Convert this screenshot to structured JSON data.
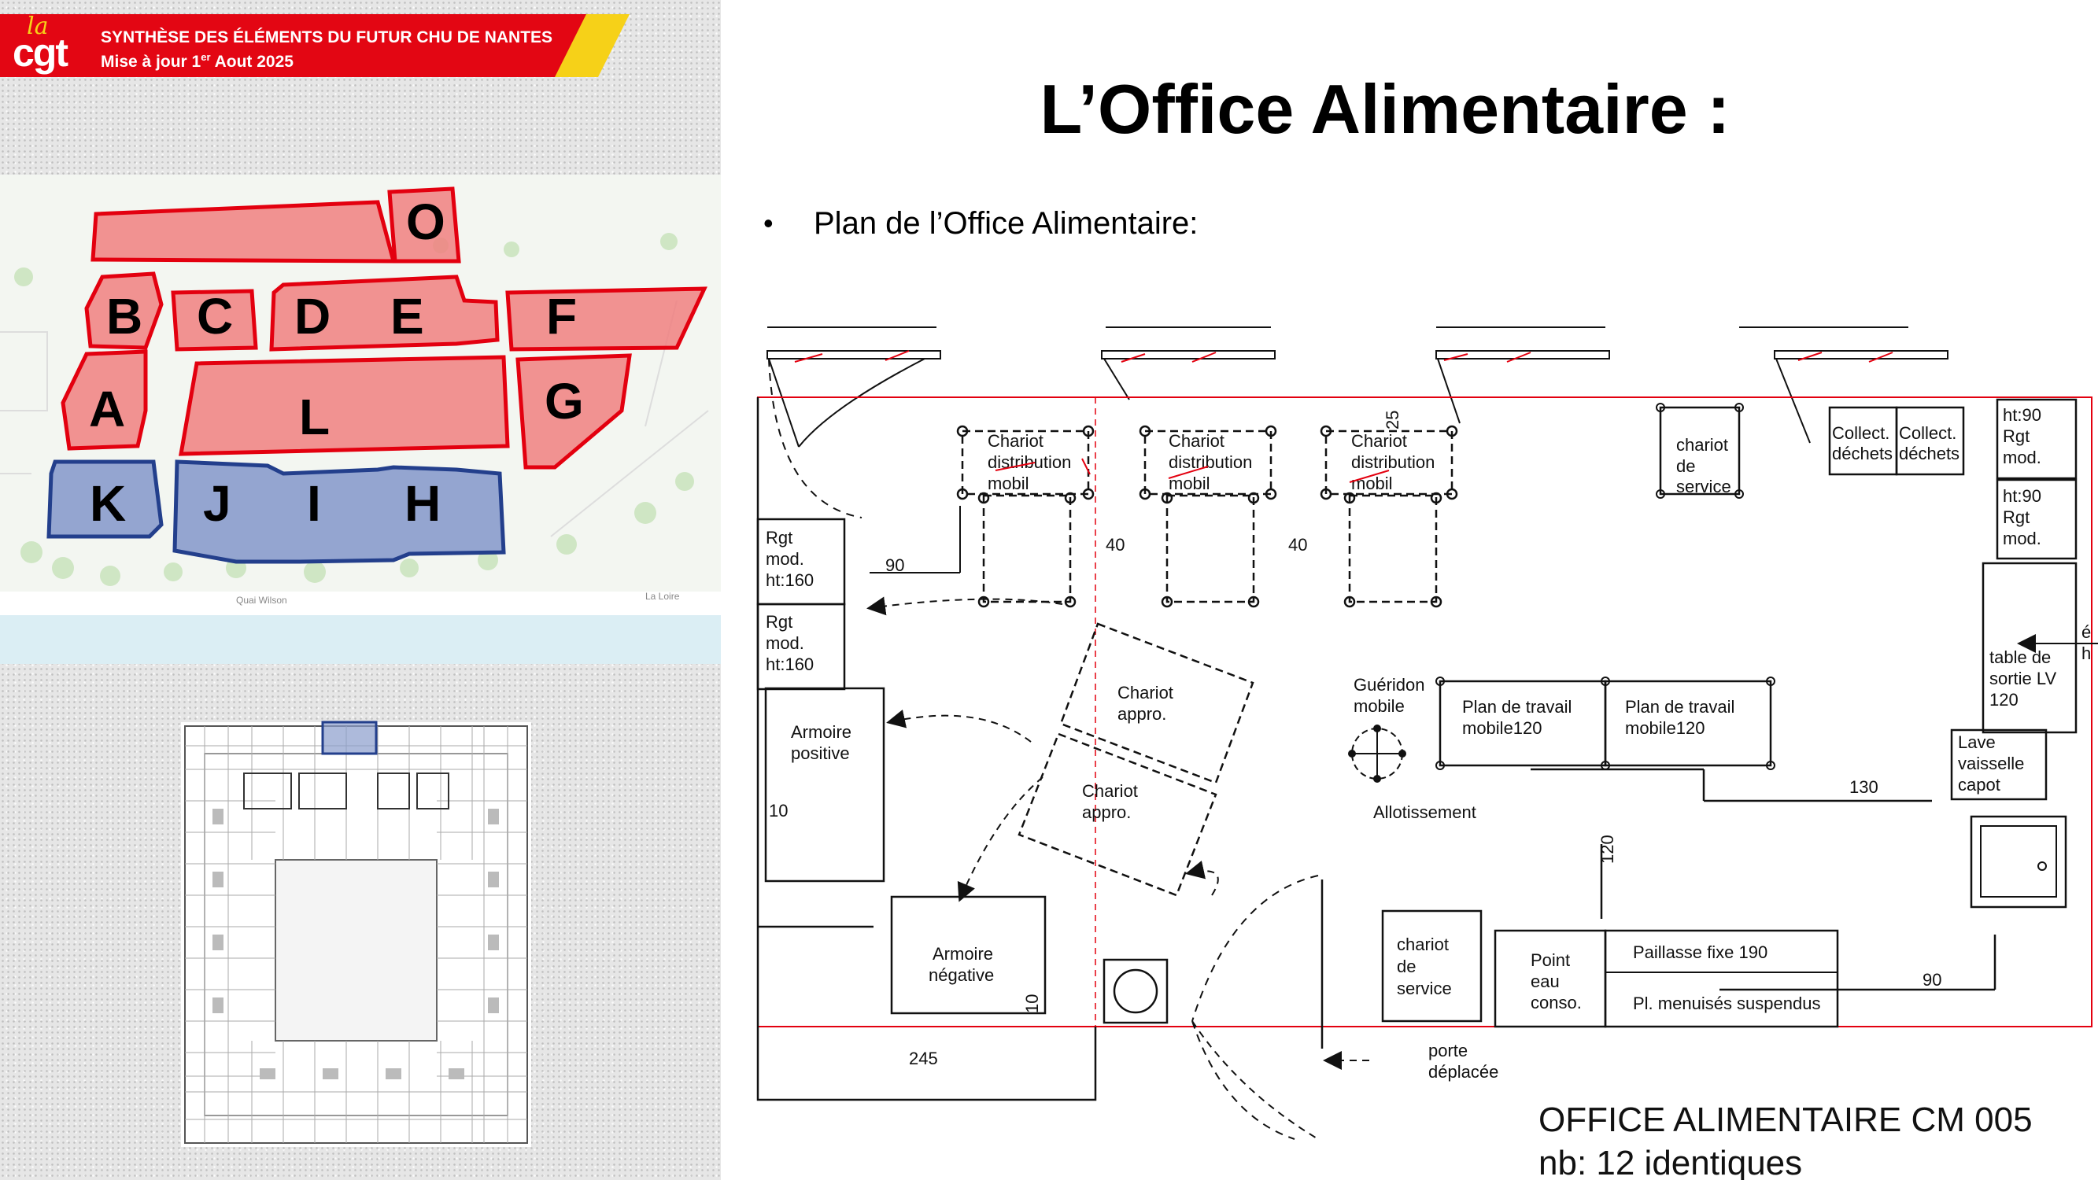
{
  "header": {
    "logo_la": "la",
    "logo_cgt": "cgt",
    "line1": "SYNTHÈSE DES ÉLÉMENTS DU FUTUR CHU DE NANTES",
    "line2_prefix": "Mise à jour 1",
    "line2_sup": "er",
    "line2_suffix": " Aout 2025",
    "banner_color": "#e30613",
    "accent_color": "#f6d118"
  },
  "site_map": {
    "street_label": "Quai Wilson",
    "river_label": "La Loire",
    "buildings_red": [
      "O",
      "B",
      "C",
      "D",
      "E",
      "F",
      "A",
      "L",
      "G"
    ],
    "buildings_blue": [
      "K",
      "J",
      "I",
      "H"
    ],
    "red_color": "#f08080",
    "blue_color": "#8a9ccc"
  },
  "title": "L’Office Alimentaire :",
  "bullet": "Plan de l’Office Alimentaire:",
  "plan": {
    "chariot_distribution": [
      "Chariot",
      "distribution",
      "mobil"
    ],
    "chariot_service": [
      "chariot",
      "de",
      "service"
    ],
    "collect": "Collect.",
    "dechets": "déchets",
    "ht90": "ht:90",
    "rgt": "Rgt",
    "mod": "mod.",
    "ht160": "ht:160",
    "rgt_lower": "Rgt",
    "mod_lower": "mod.",
    "armoire_positive": [
      "Armoire",
      "positive"
    ],
    "armoire_negative": [
      "Armoire",
      "négative"
    ],
    "chariot_appro": [
      "Chariot",
      "appro."
    ],
    "gueridon": [
      "Guéridon",
      "mobile"
    ],
    "allotissement": "Allotissement",
    "plan_travail_1": [
      "Plan de travail",
      "mobile120"
    ],
    "plan_travail_2": [
      "Plan de travail",
      "mobile120"
    ],
    "table_sortie": [
      "table de",
      "sortie LV",
      "120"
    ],
    "lave_vaisselle": [
      "Lave",
      "vaisselle",
      "capot"
    ],
    "point_eau": [
      "Point",
      "eau",
      "conso."
    ],
    "paillasse": "Paillasse fixe 190",
    "placards": "Pl. menuisés suspendus",
    "porte_deplacee": [
      "porte",
      "déplacée"
    ],
    "dims": {
      "d90": "90",
      "d25": "25",
      "d40a": "40",
      "d40b": "40",
      "d10a": "10",
      "d10b": "10",
      "d245": "245",
      "d130": "130",
      "d120": "120",
      "d90b": "90"
    },
    "side_e": "é",
    "side_h": "h",
    "caption1": "OFFICE ALIMENTAIRE CM 005",
    "caption2": "nb: 12 identiques"
  }
}
